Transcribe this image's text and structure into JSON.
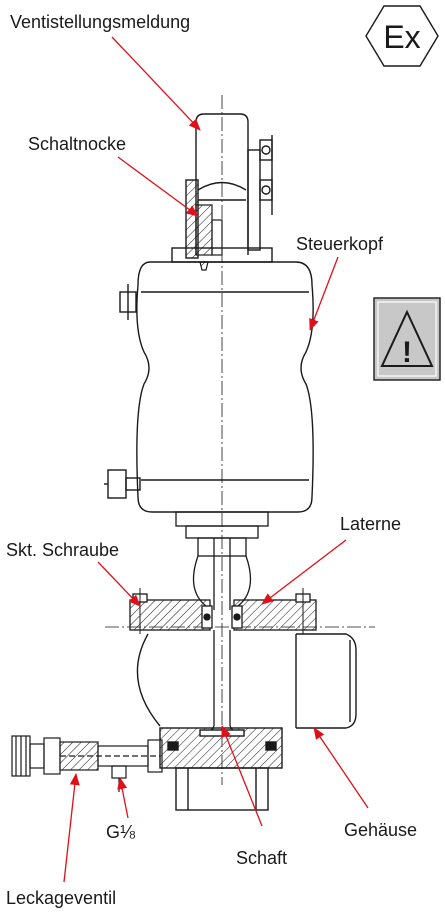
{
  "labels": {
    "ventil": "Ventistellungsmeldung",
    "schaltnocke": "Schaltnocke",
    "steuerkopf": "Steuerkopf",
    "laterne": "Laterne",
    "schraube": "Skt. Schraube",
    "gehaeuse": "Gehäuse",
    "g18": "G⅛",
    "schaft": "Schaft",
    "leckage": "Leckageventil"
  },
  "badges": {
    "ex": "Ex",
    "warning": "!"
  },
  "colors": {
    "arrow": "#e0101a",
    "line": "#1a1a1a",
    "warning_fill": "#c8c8c8"
  }
}
